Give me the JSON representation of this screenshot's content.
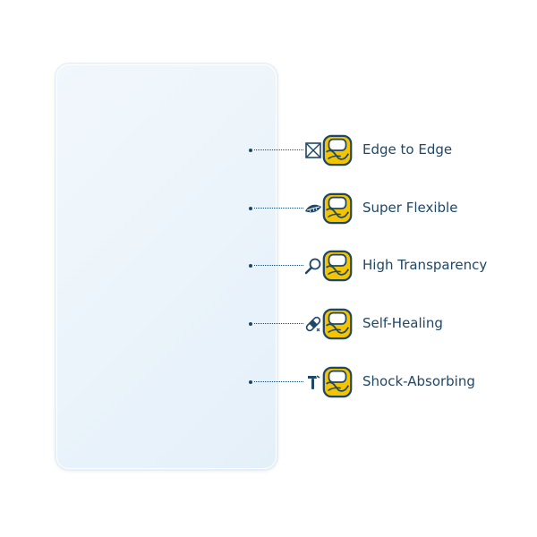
{
  "colors": {
    "text": "#1f4766",
    "badge_yellow": "#f4c400",
    "badge_outline": "#1f4766",
    "protector_fill": "#eef6fc"
  },
  "product": {
    "name": "screen-protector-film"
  },
  "features": [
    {
      "label": "Edge to Edge",
      "icon": "edge-to-edge-icon"
    },
    {
      "label": "Super Flexible",
      "icon": "flexible-leaf-icon"
    },
    {
      "label": "High Transparency",
      "icon": "magnifier-icon"
    },
    {
      "label": "Self-Healing",
      "icon": "bandage-icon"
    },
    {
      "label": "Shock-Absorbing",
      "icon": "hammer-icon"
    }
  ]
}
